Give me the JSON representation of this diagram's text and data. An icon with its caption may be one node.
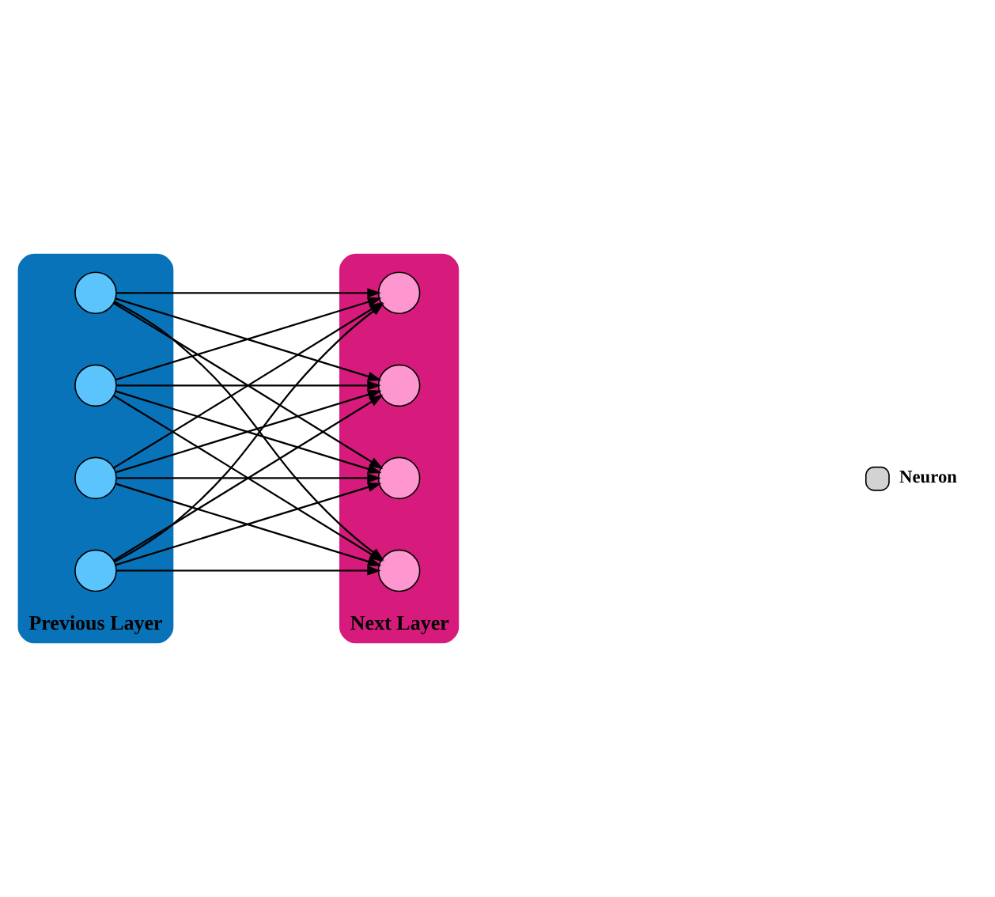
{
  "diagram": {
    "nodes": [
      {
        "text": [
          "Previous Layer"
        ]
      },
      {
        "text": [],
        "shape": "circle",
        "in": 0
      },
      {
        "text": [],
        "shape": "circle",
        "in": 0
      },
      {
        "text": [],
        "shape": "circle",
        "in": 0
      },
      {
        "text": [],
        "shape": "circle",
        "in": 0
      },
      {
        "text": [
          "Next Layer"
        ]
      },
      {
        "text": [],
        "shape": "circle",
        "in": 5
      },
      {
        "text": [],
        "shape": "circle",
        "in": 5
      },
      {
        "text": [],
        "shape": "circle",
        "in": 5
      },
      {
        "text": [],
        "shape": "circle",
        "in": 5
      }
    ],
    "edges": [
      {
        "from": 1,
        "to": 6,
        "arrow": "to"
      },
      {
        "from": 1,
        "to": 7,
        "arrow": "to"
      },
      {
        "from": 1,
        "to": 8,
        "arrow": "to"
      },
      {
        "from": 1,
        "to": 9,
        "arrow": "to"
      },
      {
        "from": 2,
        "to": 6,
        "arrow": "to"
      },
      {
        "from": 2,
        "to": 7,
        "arrow": "to"
      },
      {
        "from": 2,
        "to": 8,
        "arrow": "to"
      },
      {
        "from": 2,
        "to": 9,
        "arrow": "to"
      },
      {
        "from": 3,
        "to": 6,
        "arrow": "to"
      },
      {
        "from": 3,
        "to": 7,
        "arrow": "to"
      },
      {
        "from": 3,
        "to": 8,
        "arrow": "to"
      },
      {
        "from": 3,
        "to": 9,
        "arrow": "to"
      },
      {
        "from": 4,
        "to": 6,
        "arrow": "to"
      },
      {
        "from": 4,
        "to": 7,
        "arrow": "to"
      },
      {
        "from": 4,
        "to": 8,
        "arrow": "to"
      },
      {
        "from": 4,
        "to": 9,
        "arrow": "to"
      }
    ],
    "legend": [
      {
        "text": "Neuron"
      }
    ]
  }
}
